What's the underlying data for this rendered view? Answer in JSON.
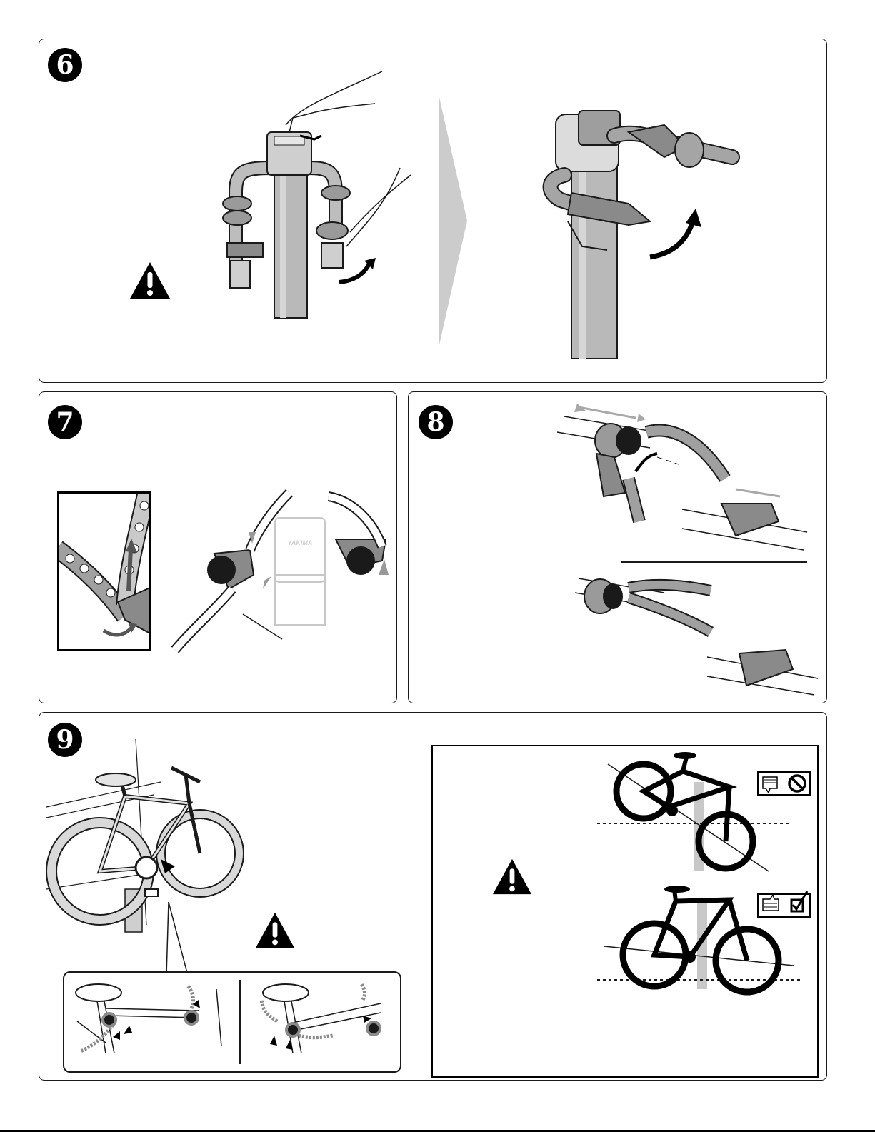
{
  "steps": {
    "s6": {
      "number": "6"
    },
    "s7": {
      "number": "7"
    },
    "s8": {
      "number": "8"
    },
    "s9": {
      "number": "9"
    }
  },
  "brand_mark": "YAKIMA",
  "icons": {
    "warning": "warning-triangle-icon",
    "thumbs_down_no": "thumbs-down-prohibited-icon",
    "thumbs_up_check": "thumbs-up-checkmark-icon"
  },
  "colors": {
    "line": "#1a1a1a",
    "mast": "#b9b9b9",
    "arrow_gray": "#a8a8a8",
    "cradle": "#8a8a8a"
  }
}
